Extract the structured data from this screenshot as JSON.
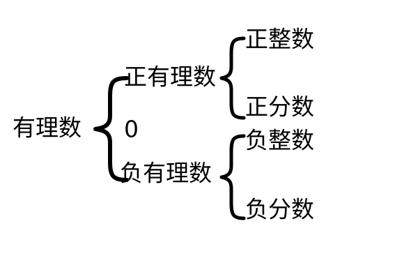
{
  "root": {
    "label": "有理数"
  },
  "level1": {
    "positive": "正有理数",
    "zero": "0",
    "negative": "负有理数"
  },
  "level2": {
    "positive_integer": "正整数",
    "positive_fraction": "正分数",
    "negative_integer": "负整数",
    "negative_fraction": "负分数"
  }
}
